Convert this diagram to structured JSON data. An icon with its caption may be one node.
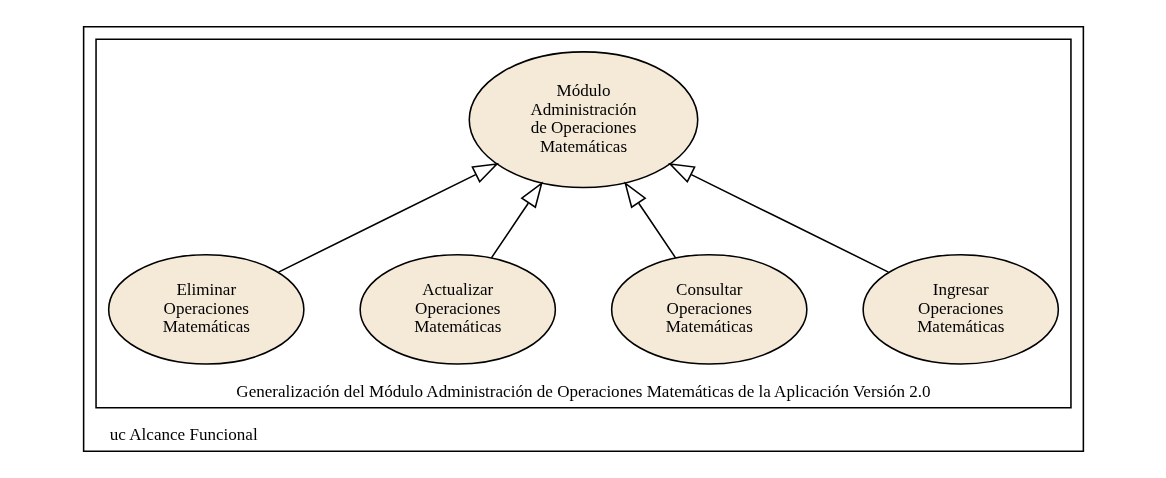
{
  "diagram": {
    "nodes": [
      {
        "text": [
          "uc Alcance Funcional"
        ]
      },
      {
        "text": [
          "Generalización del Módulo Administración de Operaciones Matemáticas de la Aplicación Versión 2.0"
        ],
        "in": 0
      },
      {
        "text": [
          "Módulo Administración de Operaciones Matemáticas"
        ],
        "in": 1
      },
      {
        "text": [
          "Ingresar Operaciones Matemáticas"
        ],
        "in": 1
      },
      {
        "text": [
          "Consultar Operaciones Matemáticas"
        ],
        "in": 1
      },
      {
        "text": [
          "Actualizar Operaciones Matemáticas"
        ],
        "in": 1
      },
      {
        "text": [
          "Eliminar Operaciones Matemáticas"
        ],
        "in": 1
      }
    ],
    "edges": [
      {
        "from": 3,
        "to": 2,
        "arrow": "to"
      },
      {
        "from": 4,
        "to": 2,
        "arrow": "to"
      },
      {
        "from": 5,
        "to": 2,
        "arrow": "to"
      },
      {
        "from": 6,
        "to": 2,
        "arrow": "to"
      }
    ]
  }
}
